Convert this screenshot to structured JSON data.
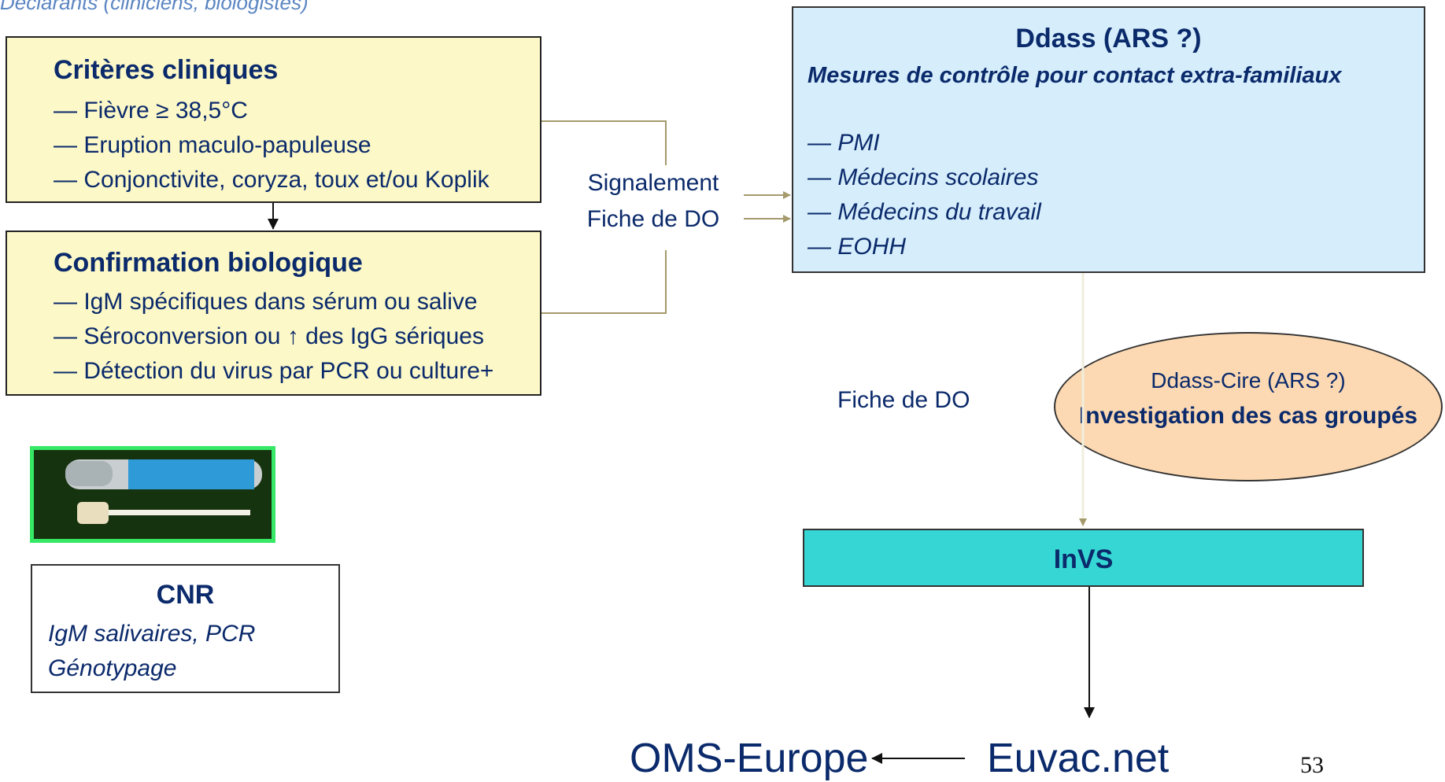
{
  "header": {
    "text": "Déclarants (cliniciens, biologistes)"
  },
  "clinical": {
    "title": "Critères cliniques",
    "items": [
      "Fièvre ≥ 38,5°C",
      "Eruption maculo-papuleuse",
      "Conjonctivite, coryza, toux et/ou Koplik"
    ]
  },
  "biology": {
    "title": "Confirmation biologique",
    "items": [
      "IgM spécifiques dans sérum ou salive",
      "Séroconversion ou ↑ des IgG sériques",
      "Détection du virus par PCR ou culture+"
    ]
  },
  "middle": {
    "signalement": "Signalement",
    "fiche_do": "Fiche de DO"
  },
  "ddass": {
    "title": "Ddass (ARS ?)",
    "subtitle": "Mesures de contrôle pour contact extra-familiaux",
    "items": [
      "PMI",
      "Médecins scolaires",
      "Médecins du travail",
      "EOHH"
    ]
  },
  "fiche_do_lower": "Fiche de DO",
  "cire": {
    "line1": "Ddass-Cire (ARS ?)",
    "line2": "Investigation des cas groupés"
  },
  "invs": {
    "label": "InVS"
  },
  "cnr": {
    "title": "CNR",
    "line1": "IgM salivaires, PCR",
    "line2": "Génotypage"
  },
  "bottom": {
    "oms": "OMS-Europe",
    "euvac": "Euvac.net"
  },
  "page_number": "53",
  "colors": {
    "text_dark_blue": "#0b2a6b",
    "header_blue": "#5b86c2",
    "yellow_box": "#fcf8c7",
    "light_blue_box": "#d6eefb",
    "ellipse_orange": "#fcd9b2",
    "teal_box": "#35d6d3",
    "photo_border_green": "#36e865",
    "connector_tan": "#a59a6c"
  },
  "icons": [
    "dash-bullet",
    "arrow-down",
    "arrow-right",
    "arrow-left",
    "saliva-kit-photo"
  ]
}
